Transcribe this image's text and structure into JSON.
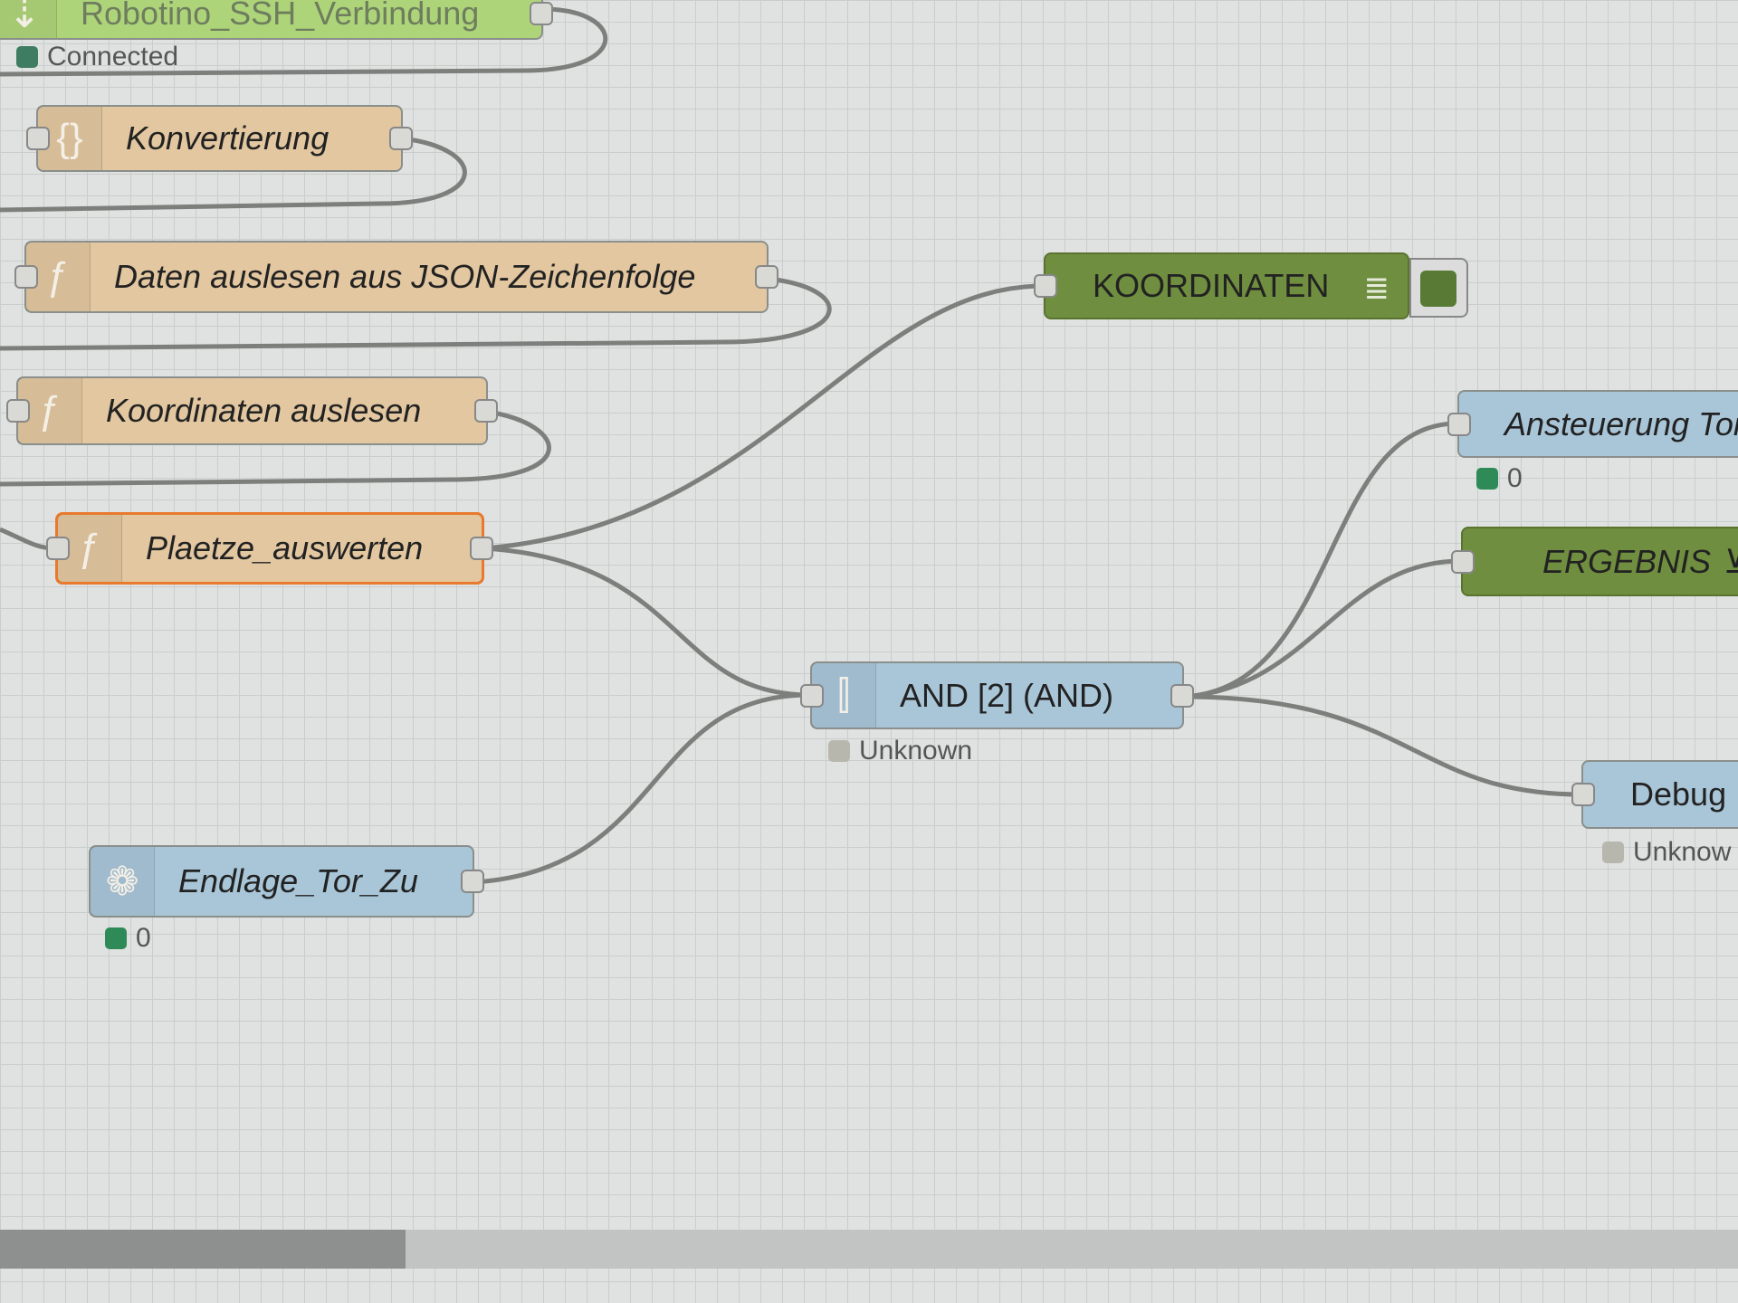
{
  "nodes": {
    "robotino": {
      "label": "Robotino_SSH_Verbindung",
      "status": "Connected"
    },
    "konvertierung": {
      "label": "Konvertierung",
      "icon": "json-icon"
    },
    "daten": {
      "label": "Daten auslesen aus JSON-Zeichenfolge",
      "icon": "function-icon"
    },
    "koord_auslesen": {
      "label": "Koordinaten auslesen",
      "icon": "function-icon"
    },
    "plaetze": {
      "label": "Plaetze_auswerten",
      "icon": "function-icon"
    },
    "koordinaten": {
      "label": "KOORDINATEN",
      "icon": "list-icon"
    },
    "ansteuerung": {
      "label": "Ansteuerung Tor",
      "status": "0"
    },
    "ergebnis": {
      "label": "ERGEBNIS",
      "icon": "chart-icon"
    },
    "and": {
      "label": "AND [2] (AND)",
      "status": "Unknown",
      "icon": "logic-icon"
    },
    "debug": {
      "label": "Debug",
      "status": "Unknow"
    },
    "endlage": {
      "label": "Endlage_Tor_Zu",
      "status": "0",
      "icon": "raspberry-pi-icon"
    }
  },
  "colors": {
    "function": "#e2c7a0",
    "input": "#a9c6d8",
    "dashboard": "#6f8e3f",
    "ssh": "#aed47a",
    "status_ok": "#2e8b57",
    "status_unknown": "#b7b7ae"
  }
}
